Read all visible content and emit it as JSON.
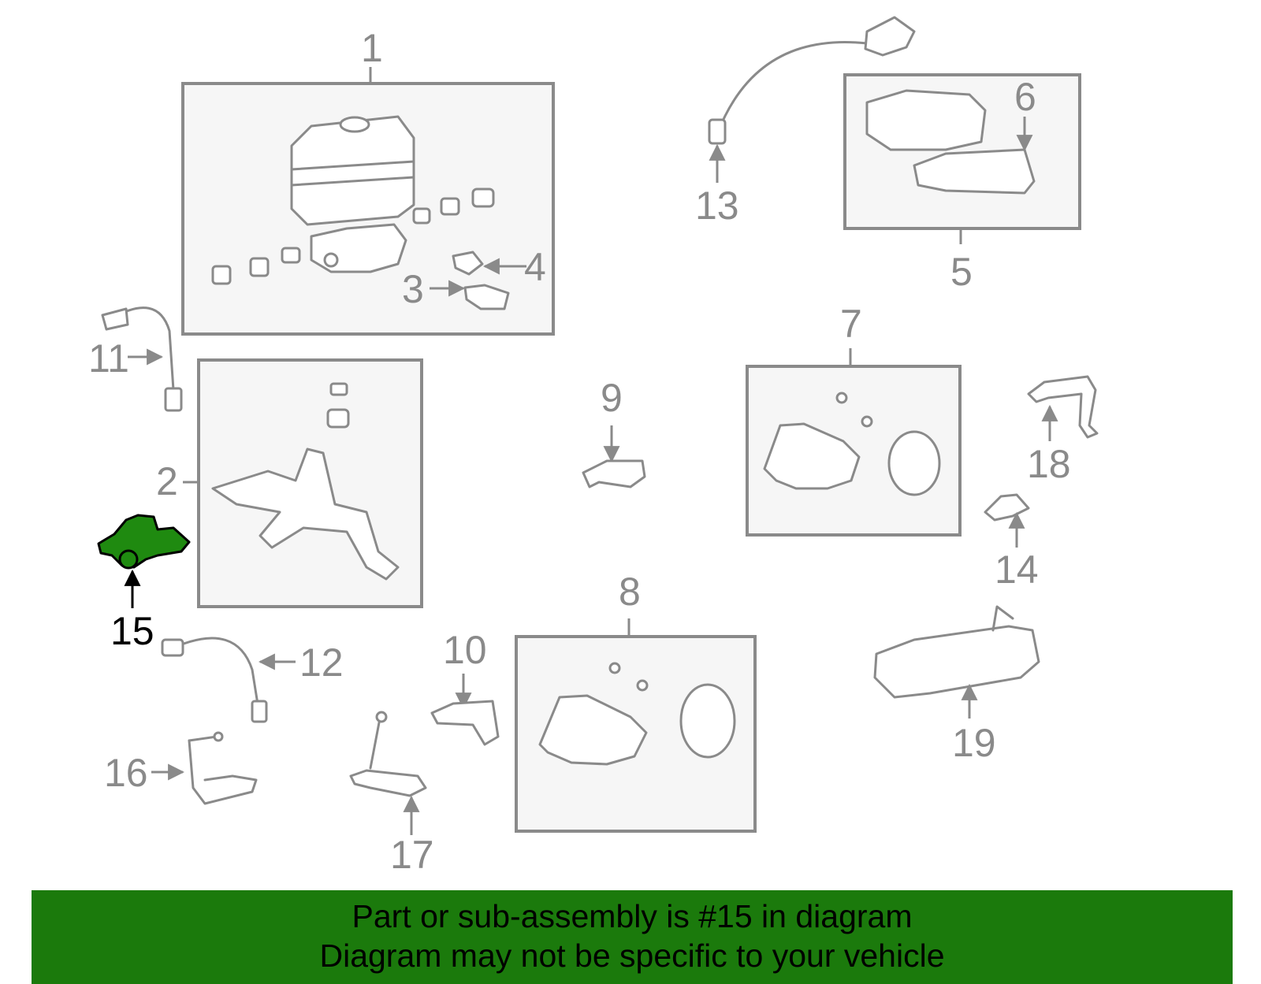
{
  "diagram": {
    "highlighted_part": "15",
    "labels": {
      "p1": "1",
      "p2": "2",
      "p3": "3",
      "p4": "4",
      "p5": "5",
      "p6": "6",
      "p7": "7",
      "p8": "8",
      "p9": "9",
      "p10": "10",
      "p11": "11",
      "p12": "12",
      "p13": "13",
      "p14": "14",
      "p15": "15",
      "p16": "16",
      "p17": "17",
      "p18": "18",
      "p19": "19"
    }
  },
  "banner": {
    "line1": "Part or sub-assembly is #15 in diagram",
    "line2": "Diagram may not be specific to your vehicle"
  },
  "colors": {
    "banner_bg": "#1b7a0c",
    "highlight": "#1f8a10",
    "line_gray": "#8a8a8a"
  }
}
